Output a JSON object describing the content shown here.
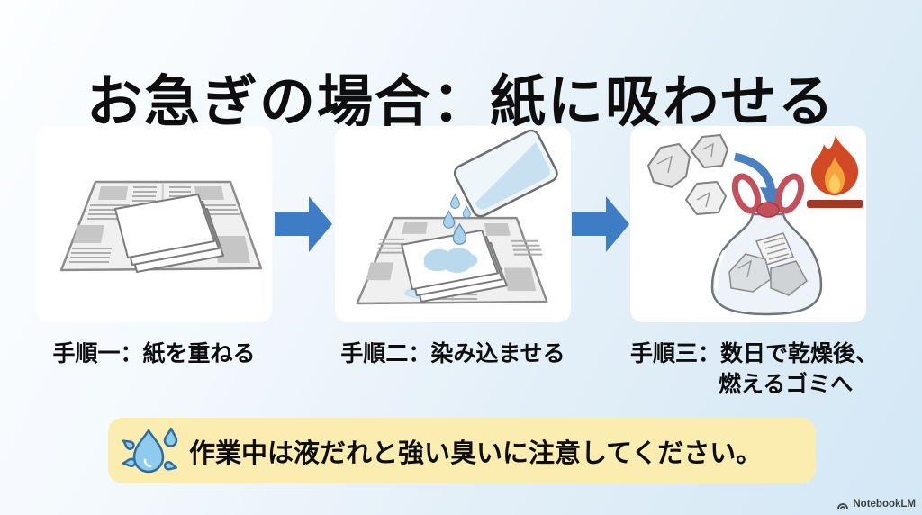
{
  "title": "お急ぎの場合：紙に吸わせる",
  "steps": [
    {
      "name": "step-1",
      "lines": [
        "手順一：紙を重ねる"
      ],
      "illustration": "newspaper-with-paper-stack"
    },
    {
      "name": "step-2",
      "lines": [
        "手順二：染み込ませる"
      ],
      "illustration": "pouring-liquid-onto-paper"
    },
    {
      "name": "step-3",
      "lines": [
        "手順三：数日で乾燥後、",
        "燃えるゴミへ"
      ],
      "illustration": "crumpled-paper-into-trash-bag-then-burn"
    }
  ],
  "note": {
    "text": "作業中は液だれと強い臭いに注意してください。",
    "icon": "water-droplets-icon"
  },
  "footer": {
    "brand": "NotebookLM"
  },
  "colors": {
    "background_top_left": "#FCFEFF",
    "background_bottom_right": "#D3E7F5",
    "card": "#FFFFFF",
    "arrow_blue": "#3E7CC6",
    "note_background": "#FBECB0",
    "text": "#0E0E0E",
    "droplet_blue": "#8FCBEC",
    "wet_spot_blue": "#B9D9EC",
    "flame_outer": "#D14A24",
    "flame_inner": "#F5A43C",
    "flame_core": "#F9CD5F",
    "fire_bar": "#A23A22",
    "bag_tie_red": "#C4505C",
    "newspaper_gray": "#F0F0F0",
    "newsprint_block_gray": "#C6C6C6",
    "watermark_gray": "#3C4043"
  }
}
